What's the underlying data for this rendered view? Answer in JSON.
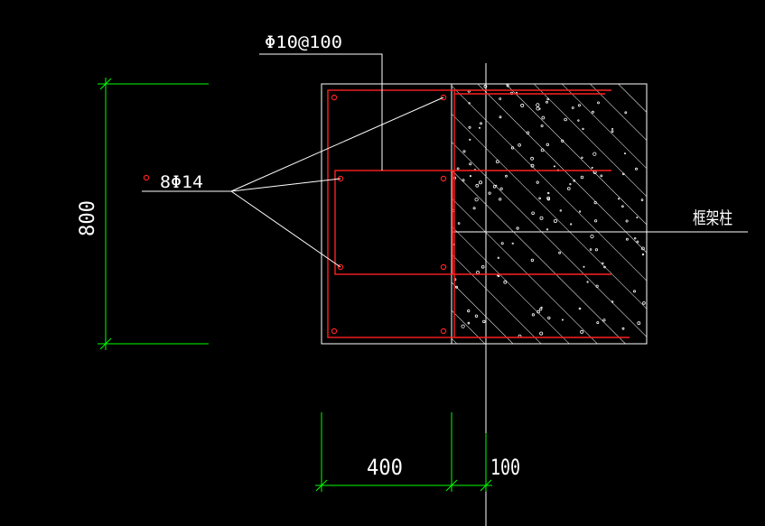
{
  "drawing": {
    "stirrup_label": "Φ10@100",
    "longitudinal_bar_label": "8Φ14",
    "height_dimension": "800",
    "width_dimension": "400",
    "offset_dimension": "100",
    "frame_column_label": "框架柱"
  },
  "colors": {
    "background": "#000000",
    "outline": "#ffffff",
    "rebar": "#ff2020",
    "dimension": "#00ff00",
    "leader": "#ffffff",
    "text": "#ffffff"
  }
}
